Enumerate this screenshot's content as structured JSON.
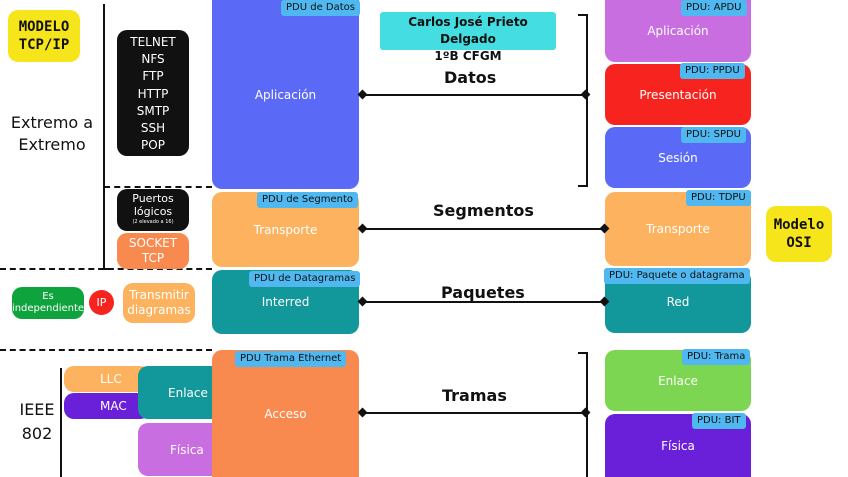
{
  "badges": {
    "tcpip": "MODELO TCP/IP",
    "osi": "Modelo OSI"
  },
  "author": {
    "name": "Carlos José Prieto Delgado",
    "class": "1ºB CFGM"
  },
  "left_labels": {
    "extremo": "Extremo a Extremo",
    "ieee": "IEEE 802"
  },
  "protocols": [
    "TELNET",
    "NFS",
    "FTP",
    "HTTP",
    "SMTP",
    "SSH",
    "POP"
  ],
  "puertos": {
    "title": "Puertos lógicos",
    "note": "(2 elevado a 16)"
  },
  "socket": "SOCKET TCP",
  "independiente": "Es independiente",
  "ip": "IP",
  "transmitir": "Transmitir diagramas",
  "llc": "LLC",
  "mac": "MAC",
  "enlace_left": "Enlace",
  "fisica_left": "Física",
  "tcp_layers": {
    "aplicacion": {
      "label": "Aplicación",
      "pdu": "PDU de Datos"
    },
    "transporte": {
      "label": "Transporte",
      "pdu": "PDU de Segmento"
    },
    "interred": {
      "label": "Interred",
      "pdu": "PDU de Datagramas"
    },
    "acceso": {
      "label": "Acceso",
      "pdu": "PDU Trama Ethernet"
    }
  },
  "osi_layers": {
    "aplicacion": {
      "label": "Aplicación",
      "pdu": "PDU: APDU"
    },
    "presentacion": {
      "label": "Presentación",
      "pdu": "PDU: PPDU"
    },
    "sesion": {
      "label": "Sesión",
      "pdu": "PDU: SPDU"
    },
    "transporte": {
      "label": "Transporte",
      "pdu": "PDU: TDPU"
    },
    "red": {
      "label": "Red",
      "pdu": "PDU: Paquete o datagrama"
    },
    "enlace": {
      "label": "Enlace",
      "pdu": "PDU: Trama"
    },
    "fisica": {
      "label": "Física",
      "pdu": "PDU: BIT"
    }
  },
  "units": {
    "datos": "Datos",
    "segmentos": "Segmentos",
    "paquetes": "Paquetes",
    "tramas": "Tramas"
  },
  "colors": {
    "blue": "#5b6af6",
    "orange": "#fcb25e",
    "teal": "#12979a",
    "deep_orange": "#f98a4f",
    "purple": "#c96ee0",
    "red": "#f7231f",
    "green": "#7cd652",
    "violet": "#6a1fd8",
    "yellow": "#f7e51b",
    "tag": "#4fb8f0",
    "aqua": "#44dde2"
  }
}
